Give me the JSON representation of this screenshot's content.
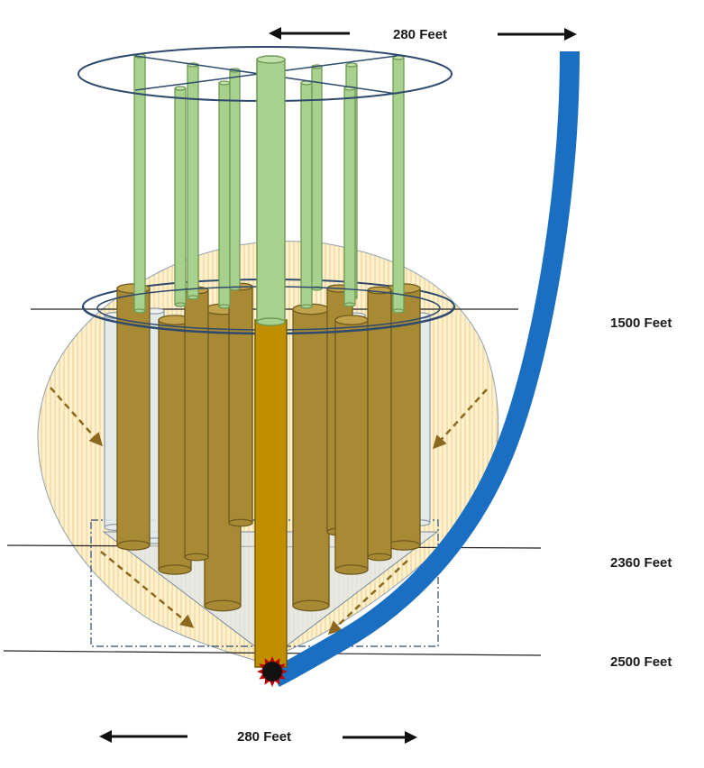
{
  "labels": {
    "top_width": "280 Feet",
    "bottom_width": "280 Feet",
    "depth_top": "1500 Feet",
    "depth_mid": "2360 Feet",
    "depth_bottom": "2500 Feet"
  },
  "colors": {
    "green_rod_fill": "#a9d18e",
    "green_rod_stroke": "#6f9a55",
    "gold_fill": "#a88a35",
    "gold_stroke": "#6f5a1e",
    "center_shaft": "#bf8f00",
    "blue_well": "#1a6fc2",
    "ring_stroke": "#2e4a6e",
    "zone_fill": "#fbe7b6",
    "zone_stripe": "#f0c76a",
    "injection_point": "#c00000"
  }
}
